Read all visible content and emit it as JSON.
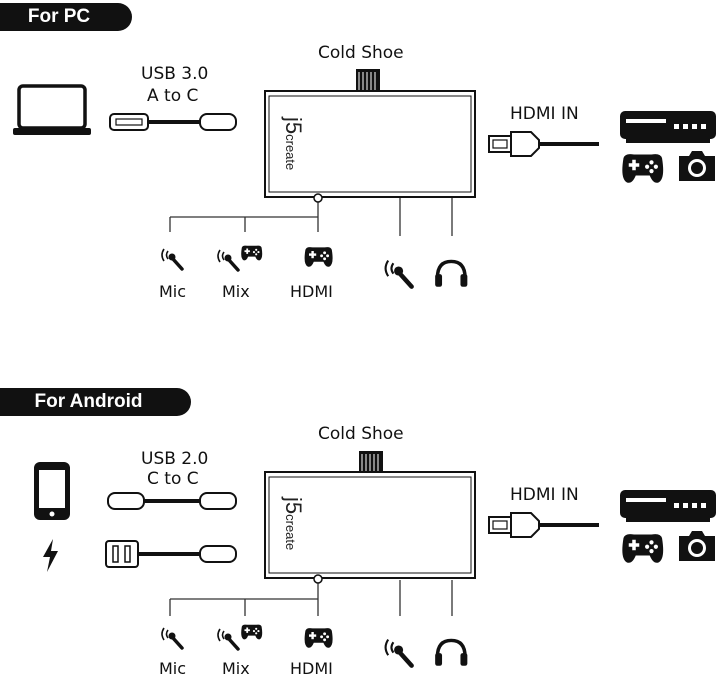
{
  "sections": [
    {
      "heading": "For PC",
      "device_icon": "laptop-icon",
      "cable_label_line1": "USB 3.0",
      "cable_label_line2": "A to C",
      "cold_shoe_label": "Cold Shoe",
      "hdmi_in_label": "HDMI IN",
      "brand_mark": "j5",
      "brand_name": "create",
      "ports": [
        {
          "icon": "microphone-icon",
          "label": "Mic"
        },
        {
          "icon": "mic-gamepad-icon",
          "label": "Mix"
        },
        {
          "icon": "gamepad-icon",
          "label": "HDMI"
        }
      ],
      "outputs": [
        "microphone-icon",
        "headphones-icon"
      ],
      "sources": [
        "media-player-icon",
        "gamepad-icon",
        "camera-icon"
      ]
    },
    {
      "heading": "For Android",
      "device_icon": "smartphone-icon",
      "power_icon": "lightning-icon",
      "cable_label_line1": "USB 2.0",
      "cable_label_line2": "C to C",
      "cold_shoe_label": "Cold Shoe",
      "hdmi_in_label": "HDMI IN",
      "brand_mark": "j5",
      "brand_name": "create",
      "ports": [
        {
          "icon": "microphone-icon",
          "label": "Mic"
        },
        {
          "icon": "mic-gamepad-icon",
          "label": "Mix"
        },
        {
          "icon": "gamepad-icon",
          "label": "HDMI"
        }
      ],
      "outputs": [
        "microphone-icon",
        "headphones-icon"
      ],
      "sources": [
        "media-player-icon",
        "gamepad-icon",
        "camera-icon"
      ]
    }
  ]
}
